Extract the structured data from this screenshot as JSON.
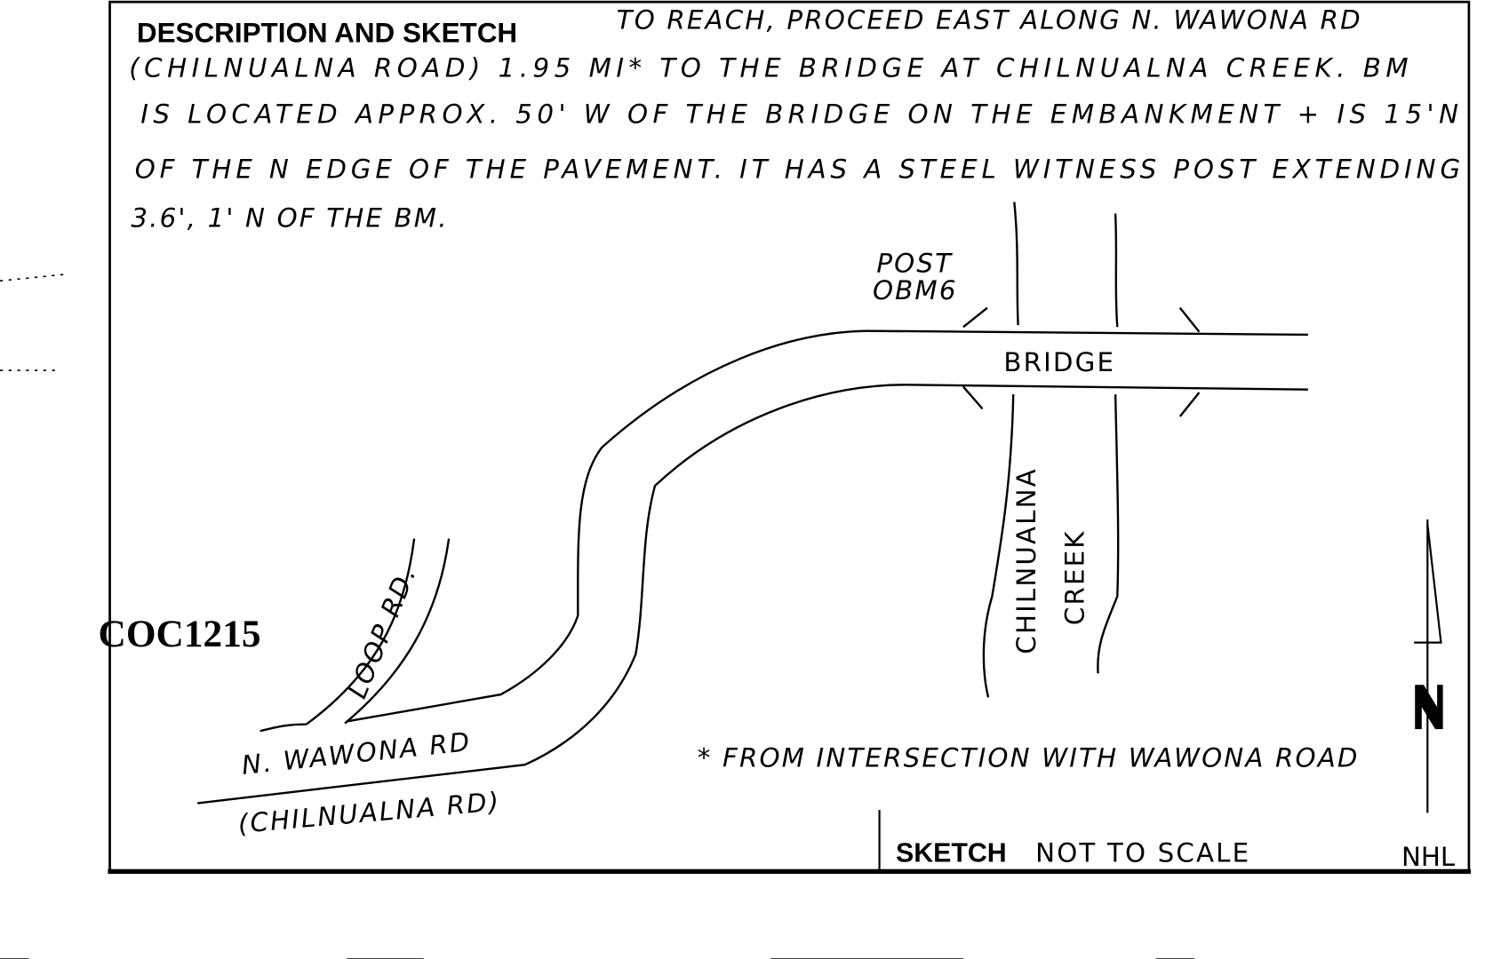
{
  "header_label": "DESCRIPTION AND SKETCH",
  "description_lines": [
    "TO REACH, PROCEED EAST ALONG N. WAWONA RD",
    "(CHILNUALNA ROAD)  1.95 MI* TO THE BRIDGE AT CHILNUALNA CREEK. BM",
    "IS LOCATED  APPROX. 50' W OF THE BRIDGE ON THE EMBANKMENT + IS 15'N",
    "OF THE N EDGE OF THE PAVEMENT. IT HAS A STEEL WITNESS POST EXTENDING",
    "3.6', 1' N OF THE BM."
  ],
  "sketch": {
    "post_label": "POST",
    "bm_label": "OBM6",
    "bridge_label": "BRIDGE",
    "creek_label_1": "CHILNUALNA",
    "creek_label_2": "CREEK",
    "loop_road_label": "LOOP RD.",
    "road_label": "N. WAWONA RD",
    "road_alt_label": "(CHILNUALNA RD)",
    "footnote": "* FROM INTERSECTION WITH WAWONA ROAD",
    "north_label": "N"
  },
  "stamp": "COC1215",
  "footer": {
    "sketch_bold": "SKETCH",
    "scale_note": "NOT TO SCALE",
    "initials": "NHL"
  }
}
